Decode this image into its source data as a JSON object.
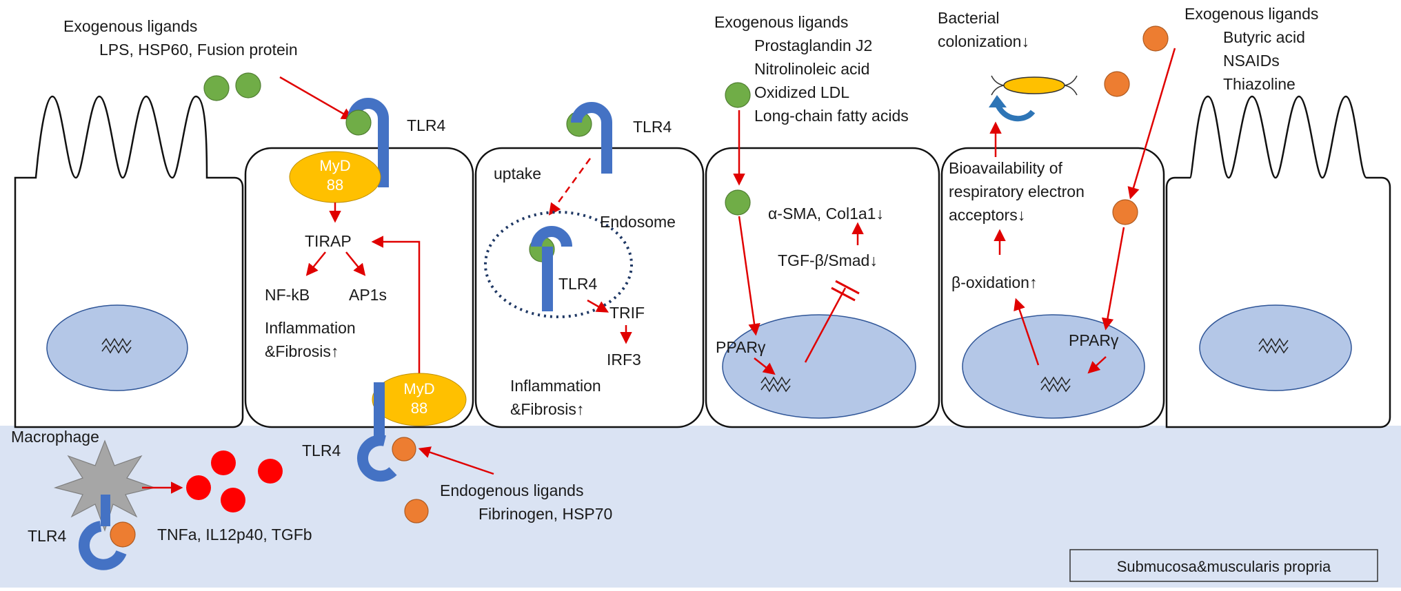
{
  "exogenous_1": {
    "title": "Exogenous ligands",
    "items": "LPS, HSP60, Fusion protein"
  },
  "exogenous_2": {
    "title": "Exogenous ligands",
    "items": [
      "Prostaglandin J2",
      "Nitrolinoleic acid",
      "Oxidized LDL",
      "Long-chain fatty acids"
    ]
  },
  "exogenous_3": {
    "title": "Exogenous ligands",
    "items": [
      "Butyric acid",
      "NSAIDs",
      "Thiazoline"
    ]
  },
  "bacterial": {
    "line1": "Bacterial",
    "line2": "colonization↓"
  },
  "cell2": {
    "tlr4": "TLR4",
    "myd88": [
      "MyD",
      "88"
    ],
    "tirap": "TIRAP",
    "nfkb": "NF-kB",
    "ap1s": "AP1s",
    "outcome": [
      "Inflammation",
      "&Fibrosis↑"
    ]
  },
  "cell3": {
    "tlr4_top": "TLR4",
    "uptake": "uptake",
    "endosome": "Endosome",
    "tlr4_endo": "TLR4",
    "trif": "TRIF",
    "irf3": "IRF3",
    "outcome": [
      "Inflammation",
      "&Fibrosis↑"
    ]
  },
  "cell4": {
    "asma": "α-SMA, Col1a1↓",
    "tgf": "TGF-β/Smad↓",
    "ppar": "PPARγ"
  },
  "cell5": {
    "bioavail": [
      "Bioavailability of",
      "respiratory electron",
      "acceptors↓"
    ],
    "boxid": "β-oxidation↑",
    "ppar": "PPARγ"
  },
  "submucosa": {
    "macrophage": "Macrophage",
    "tlr4_mac": "TLR4",
    "cytokines": "TNFa, IL12p40, TGFb",
    "tlr4_base": "TLR4",
    "myd88": [
      "MyD",
      "88"
    ],
    "endogenous_title": "Endogenous ligands",
    "endogenous_items": "Fibrinogen, HSP70",
    "region_label": "Submucosa&muscularis propria"
  },
  "colors": {
    "cell_fill": "#ffffff",
    "nucleus": "#b4c7e7",
    "submucosa": "#dae3f3",
    "receptor": "#4472c4",
    "myd88": "#ffc000",
    "exo_ligand": "#70ad47",
    "endo_ligand": "#ed7d31",
    "cytokine": "#ff0000",
    "arrow": "#e00000",
    "endosome": "#1f3864",
    "macrophage": "#a6a6a6"
  }
}
